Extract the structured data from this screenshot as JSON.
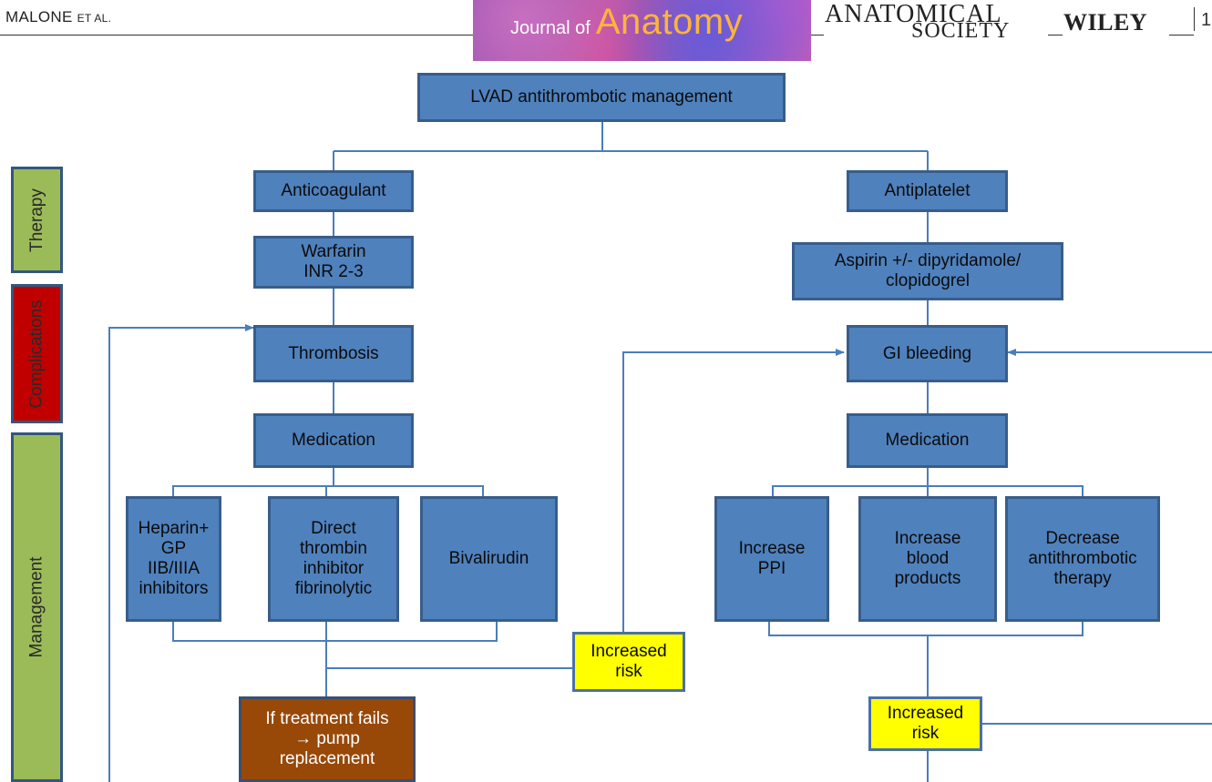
{
  "header": {
    "author": "MALONE",
    "author_suffix": "ET AL.",
    "journal_prefix": "Journal of",
    "journal_name": "Anatomy",
    "society_line1": "ANATOMICAL",
    "society_line2": "SOCIETY",
    "publisher": "WILEY",
    "page_number": "1"
  },
  "stages": {
    "therapy": "Therapy",
    "complications": "Complications",
    "management": "Management"
  },
  "colors": {
    "box_fill": "#4f81bd",
    "box_border": "#385d8a",
    "risk_fill": "#ffff00",
    "fail_fill": "#984807",
    "stage_green": "#9bbb59",
    "stage_red": "#c00000",
    "connector": "#4a7ebb"
  },
  "flowchart": {
    "root": "LVAD antithrombotic management",
    "left": {
      "therapy": "Anticoagulant",
      "drug": "Warfarin\nINR 2-3",
      "complication": "Thrombosis",
      "management": "Medication",
      "options": [
        "Heparin+\nGP\nIIB/IIIA\ninhibitors",
        "Direct\nthrombin\ninhibitor\nfibrinolytic",
        "Bivalirudin"
      ],
      "risk": "Increased\nrisk",
      "failure": "If treatment fails\n→ pump\nreplacement"
    },
    "right": {
      "therapy": "Antiplatelet",
      "drug": "Aspirin +/- dipyridamole/\nclopidogrel",
      "complication": "GI bleeding",
      "management": "Medication",
      "options": [
        "Increase\nPPI",
        "Increase\nblood\nproducts",
        "Decrease\nantithrombotic\ntherapy"
      ],
      "risk": "Increased\nrisk"
    }
  }
}
